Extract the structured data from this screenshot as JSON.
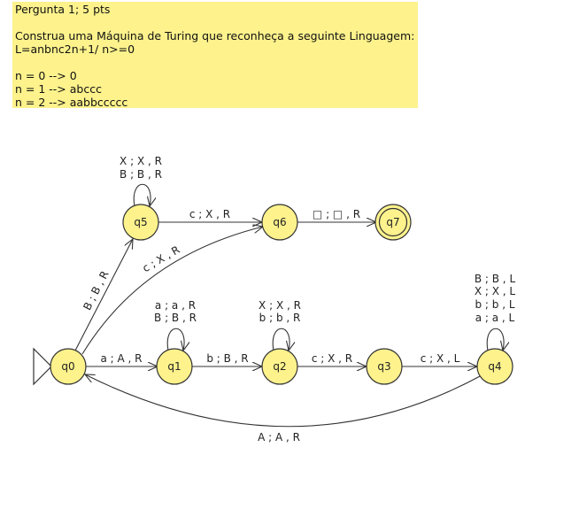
{
  "question": {
    "title": "Pergunta 1; 5 pts",
    "prompt": "Construa uma Máquina de Turing que reconheça a seguinte Linguagem:",
    "language": "L=anbnc2n+1/ n>=0",
    "examples": [
      "n = 0 --> 0",
      "n = 1 --> abccc",
      "n = 2 --> aabbccccc"
    ]
  },
  "colors": {
    "state_fill": "#fdf28c",
    "note_background": "#fdf28c",
    "stroke": "#333333"
  },
  "states": {
    "q0": "q0",
    "q1": "q1",
    "q2": "q2",
    "q3": "q3",
    "q4": "q4",
    "q5": "q5",
    "q6": "q6",
    "q7": "q7"
  },
  "transitions": {
    "q5_loop": [
      "X ; X , R",
      "B ; B , R"
    ],
    "q5_q6": "c ; X , R",
    "q6_q7": "□ ; □ , R",
    "q0_q5": "B ; B , R",
    "q0_q6": "c ; X , R",
    "q0_q1": "a ; A , R",
    "q1_loop": [
      "a ; a , R",
      "B ; B , R"
    ],
    "q1_q2": "b ; B , R",
    "q2_loop": [
      "X ; X , R",
      "b ; b , R"
    ],
    "q2_q3": "c ; X , R",
    "q3_q4": "c ; X , L",
    "q4_loop": [
      "B ; B , L",
      "X ; X , L",
      "b ; b , L",
      "a ; a , L"
    ],
    "q4_q0": "A ; A , R"
  }
}
